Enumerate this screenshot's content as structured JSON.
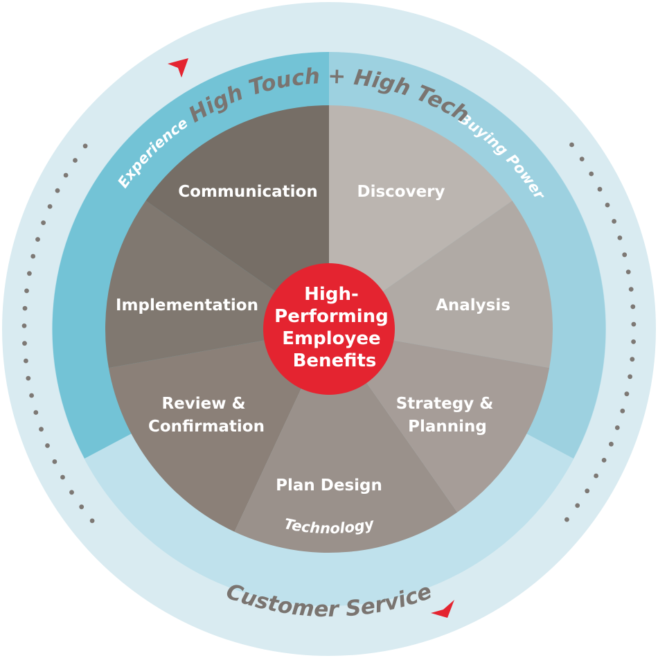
{
  "diagram": {
    "outer_ring": {
      "top_label": "High Touch + High Tech",
      "bottom_label": "Customer Service"
    },
    "middle_ring": {
      "experience_label": "Experience",
      "buying_power_label": "Buying Power",
      "technology_label": "Technology"
    },
    "center": {
      "lines": [
        "High-",
        "Performing",
        "Employee",
        "Benefits"
      ]
    },
    "segments": [
      {
        "lines": [
          "Discovery"
        ]
      },
      {
        "lines": [
          "Analysis"
        ]
      },
      {
        "lines": [
          "Strategy &",
          "Planning"
        ]
      },
      {
        "lines": [
          "Plan Design"
        ]
      },
      {
        "lines": [
          "Review &",
          "Confirmation"
        ]
      },
      {
        "lines": [
          "Implementation"
        ]
      },
      {
        "lines": [
          "Communication"
        ]
      }
    ],
    "colors": {
      "outer_ring": "#d9ebf1",
      "dots": "#7d7874",
      "experience_band": "#73c3d6",
      "buying_power_band": "#9dd1e0",
      "technology_band": "#bfe1ec",
      "center": "#e42430",
      "arrow": "#e42430",
      "segment_fills": [
        "#bbb5b0",
        "#b0aaa5",
        "#a69d98",
        "#9a918b",
        "#8b8078",
        "#807870",
        "#766e66"
      ]
    }
  }
}
